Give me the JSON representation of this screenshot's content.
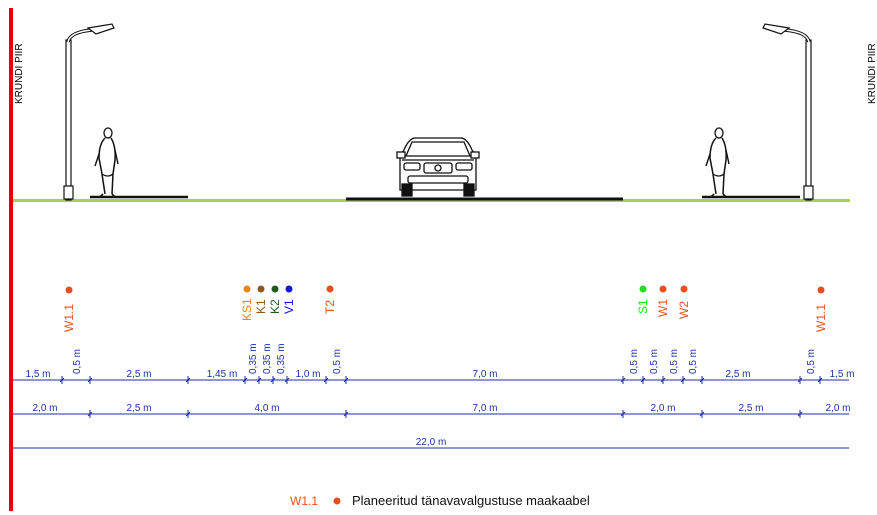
{
  "boundary": {
    "left_label": "KRUNDI PIIR",
    "right_label": "KRUNDI PIIR",
    "color": "#e60000"
  },
  "ground_color": "#a8cf4f",
  "dim_color": "#1d2fa8",
  "objects": [
    "lamp-post-left",
    "pedestrian-left",
    "car",
    "pedestrian-right",
    "lamp-post-right"
  ],
  "markers": [
    {
      "label": "W1.1",
      "color": "#e8501b",
      "text_color": "#e8501b"
    },
    {
      "label": "KS1",
      "color": "#e8861b",
      "text_color": "#e8861b"
    },
    {
      "label": "K1",
      "color": "#8a5a1e",
      "text_color": "#8a5a1e"
    },
    {
      "label": "K2",
      "color": "#1f5a1f",
      "text_color": "#1f5a1f"
    },
    {
      "label": "V1",
      "color": "#1515e0",
      "text_color": "#1515e0"
    },
    {
      "label": "T2",
      "color": "#e8501b",
      "text_color": "#e8501b"
    },
    {
      "label": "S1",
      "color": "#22dd22",
      "text_color": "#22dd22"
    },
    {
      "label": "W1",
      "color": "#e8501b",
      "text_color": "#e8501b"
    },
    {
      "label": "W2",
      "color": "#e8501b",
      "text_color": "#e8501b"
    },
    {
      "label": "W1.1",
      "color": "#e8501b",
      "text_color": "#e8501b"
    }
  ],
  "dimension_rows": {
    "detailed": [
      "1,5 m",
      "0,5 m",
      "2,5 m",
      "1,45 m",
      "0,35 m",
      "0,35 m",
      "0,35 m",
      "1,0 m",
      "0,5 m",
      "7,0 m",
      "0,5 m",
      "0,5 m",
      "0,5 m",
      "0,5 m",
      "2,5 m",
      "0,5 m",
      "1,5 m"
    ],
    "zones": [
      "2,0 m",
      "2,5 m",
      "4,0 m",
      "7,0 m",
      "2,0 m",
      "2,5 m",
      "2,0 m"
    ],
    "total": [
      "22,0 m"
    ]
  },
  "legend": {
    "label": "W1.1",
    "color": "#e8501b",
    "text": "Planeeritud tänavavalgustuse maakaabel"
  }
}
